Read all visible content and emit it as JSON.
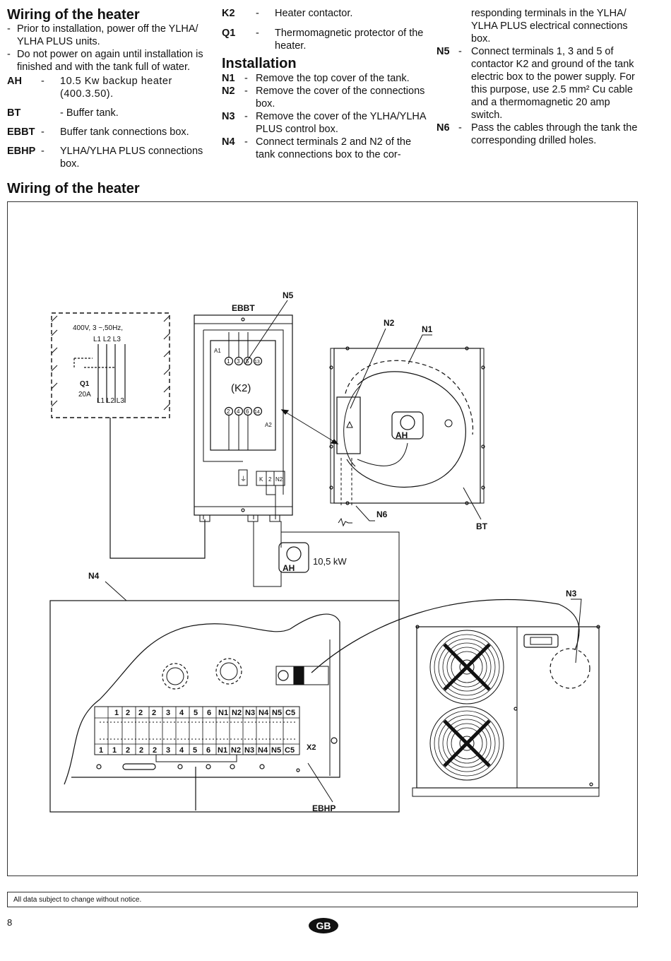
{
  "col1": {
    "title": "Wiring of the heater",
    "bullets": [
      "Prior to installation, power off the YLHA/ YLHA PLUS units.",
      "Do not power on again until installation is finished and with the tank full of water."
    ],
    "defs": [
      {
        "term": "AH",
        "desc": "10.5 Kw backup heater (400.3.50)."
      },
      {
        "term": "BT",
        "desc": "- Buffer tank."
      },
      {
        "term": "EBBT",
        "desc": "Buffer tank connections box."
      },
      {
        "term": "EBHP",
        "desc": "YLHA/YLHA PLUS connections box."
      }
    ]
  },
  "col2": {
    "defs": [
      {
        "term": "K2",
        "desc": "Heater contactor."
      },
      {
        "term": "Q1",
        "desc": "Thermomagnetic protector of the heater."
      }
    ],
    "title": "Installation",
    "steps": [
      {
        "term": "N1",
        "desc": "Remove the top cover of the tank."
      },
      {
        "term": "N2",
        "desc": "Remove the cover of the connections box."
      },
      {
        "term": "N3",
        "desc": "Remove the cover of the YLHA/YLHA PLUS control box."
      },
      {
        "term": "N4",
        "desc": "Connect terminals 2 and N2 of the tank connections box to the cor-"
      }
    ]
  },
  "col3": {
    "cont": "responding terminals in the YLHA/ YLHA PLUS electrical connections box.",
    "steps": [
      {
        "term": "N5",
        "desc": "Connect terminals 1, 3 and 5 of contactor K2 and ground of the tank electric box to the power supply. For this purpose, use 2.5 mm² Cu cable and a thermomagnetic 20 amp switch."
      },
      {
        "term": "N6",
        "desc": "Pass the cables through the tank the corresponding drilled holes."
      }
    ]
  },
  "section_title": "Wiring of the heater",
  "diagram": {
    "supply": "400V, 3 ~,50Hz,",
    "l_top": "L1 L2 L3",
    "q1": "Q1",
    "amps": "20A",
    "l_bottom": "L1 L2 L3",
    "ebbt": "EBBT",
    "a1": "A1",
    "a2": "A2",
    "k2": "(K2)",
    "top_terms": [
      "1",
      "3",
      "5",
      "13"
    ],
    "bot_terms": [
      "2",
      "4",
      "6",
      "14"
    ],
    "strip": [
      "K",
      "2",
      "N2"
    ],
    "n1": "N1",
    "n2": "N2",
    "n3": "N3",
    "n4": "N4",
    "n5": "N5",
    "n6": "N6",
    "ah": "AH",
    "bt": "BT",
    "power": "10,5 kW",
    "x2": "X2",
    "ebhp": "EBHP",
    "x2_terms": [
      "1",
      "1",
      "2",
      "2",
      "2",
      "3",
      "4",
      "5",
      "6",
      "N1",
      "N2",
      "N3",
      "N4",
      "N5",
      "C5"
    ]
  },
  "footer": "All data subject to change without notice.",
  "page": "8",
  "lang": "GB"
}
